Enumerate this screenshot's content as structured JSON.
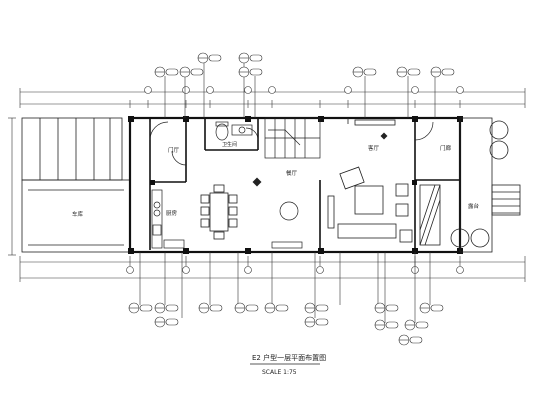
{
  "drawing": {
    "title": "E2 户型一层平面布置图",
    "scale": "SCALE 1:75"
  },
  "rooms": {
    "garage": "车库",
    "foyer_left": "门厅",
    "powder": "卫生间",
    "kitchen": "厨房",
    "dining": "餐厅",
    "living": "客厅",
    "foyer_right": "门廊",
    "terrace": "露台"
  },
  "colors": {
    "line": "#1a1a1a",
    "wall": "#111111",
    "tag": "#333333"
  },
  "tag_icon": "index-symbol-icon"
}
